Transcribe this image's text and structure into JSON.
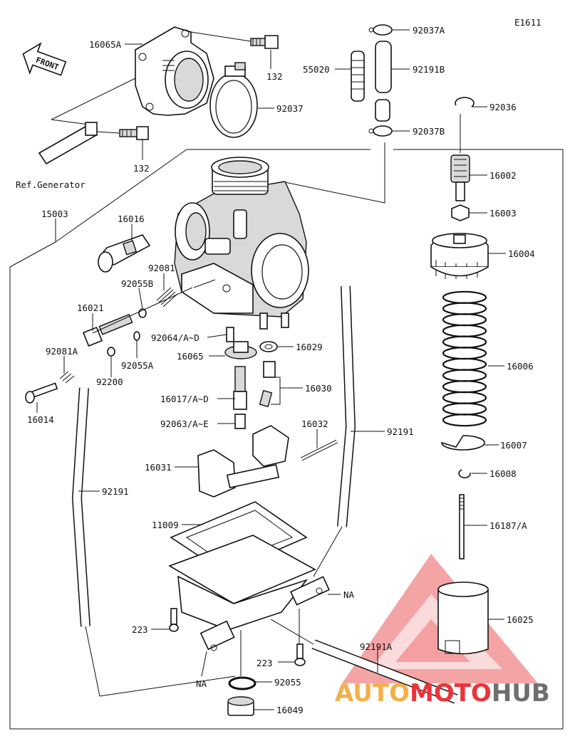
{
  "diagram_code": "E1611",
  "front_label": "FRONT",
  "ref_generator": "Ref.Generator",
  "na_label": "NA",
  "watermark": {
    "auto": "AUTO",
    "moto": "MOTO",
    "hub": "HUB",
    "color_orange": "#f3b04a",
    "color_red": "#e8353a",
    "color_gray": "#6f6f6f"
  },
  "labels": {
    "p16065A": "16065A",
    "p132a": "132",
    "p132b": "132",
    "p92037": "92037",
    "p92037A": "92037A",
    "p55020": "55020",
    "p92191B": "92191B",
    "p92036": "92036",
    "p92037B": "92037B",
    "p16002": "16002",
    "p16003": "16003",
    "p16004": "16004",
    "p15003": "15003",
    "p16016": "16016",
    "p92081": "92081",
    "p92055B": "92055B",
    "p16021": "16021",
    "p92064": "92064/A~D",
    "p16029": "16029",
    "p16065": "16065",
    "p92081A": "92081A",
    "p92055A": "92055A",
    "p92200": "92200",
    "p16006": "16006",
    "p16017": "16017/A~D",
    "p16030": "16030",
    "p16014": "16014",
    "p92063": "92063/A~E",
    "p16032": "16032",
    "p92191a": "92191",
    "p16007": "16007",
    "p16031": "16031",
    "p16008": "16008",
    "p92191b": "92191",
    "p11009": "11009",
    "p16187": "16187/A",
    "p16025": "16025",
    "p223a": "223",
    "p92191A": "92191A",
    "p223b": "223",
    "p92055": "92055",
    "p16049": "16049"
  }
}
